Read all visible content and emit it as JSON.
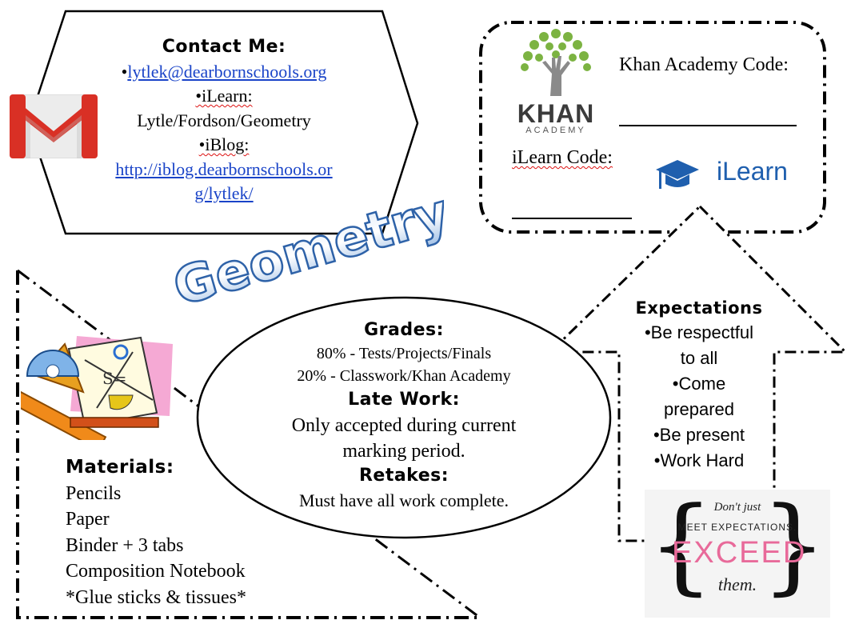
{
  "title": "Geometry",
  "contact": {
    "heading": "Contact Me:",
    "email_bullet": "•",
    "email": "lytlek@dearbornschools.org",
    "ilearn_label": "•iLearn:",
    "ilearn_path": "Lytle/Fordson/Geometry",
    "iblog_label": "•iBlog:",
    "iblog_url_1": "http://iblog.dearbornschools.or",
    "iblog_url_2": "g/lytlek/"
  },
  "codes": {
    "khan_label": "Khan Academy Code:",
    "khan_logo_top": "KHAN",
    "khan_logo_bottom": "ACADEMY",
    "ilearn_label": "iLearn Code:",
    "ilearn_logo_text": "iLearn"
  },
  "grades": {
    "heading": "Grades:",
    "line1": "80% - Tests/Projects/Finals",
    "line2": "20% - Classwork/Khan Academy",
    "late_heading": "Late Work:",
    "late_line1": "Only accepted during current",
    "late_line2": "marking period.",
    "retakes_heading": "Retakes:",
    "retakes_line": "Must have all work complete."
  },
  "expectations": {
    "heading": "Expectations",
    "items": [
      "•Be respectful",
      "to all",
      "•Come",
      "prepared",
      "•Be present",
      "•Work Hard"
    ]
  },
  "materials": {
    "heading": "Materials:",
    "items": [
      "Pencils",
      "Paper",
      "Binder + 3 tabs",
      "Composition Notebook",
      "*Glue sticks & tissues*"
    ]
  },
  "quote": {
    "line1": "Don't just",
    "line2": "MEET EXPECTATIONS.",
    "line3": "EXCEED",
    "line4": "them."
  },
  "colors": {
    "gmail_red": "#d93025",
    "khan_green": "#7cb342",
    "ilearn_blue": "#1f5fae",
    "title_blue": "#2e62a8",
    "link_blue": "#1a44c8",
    "exceed_pink": "#e86a9a"
  }
}
